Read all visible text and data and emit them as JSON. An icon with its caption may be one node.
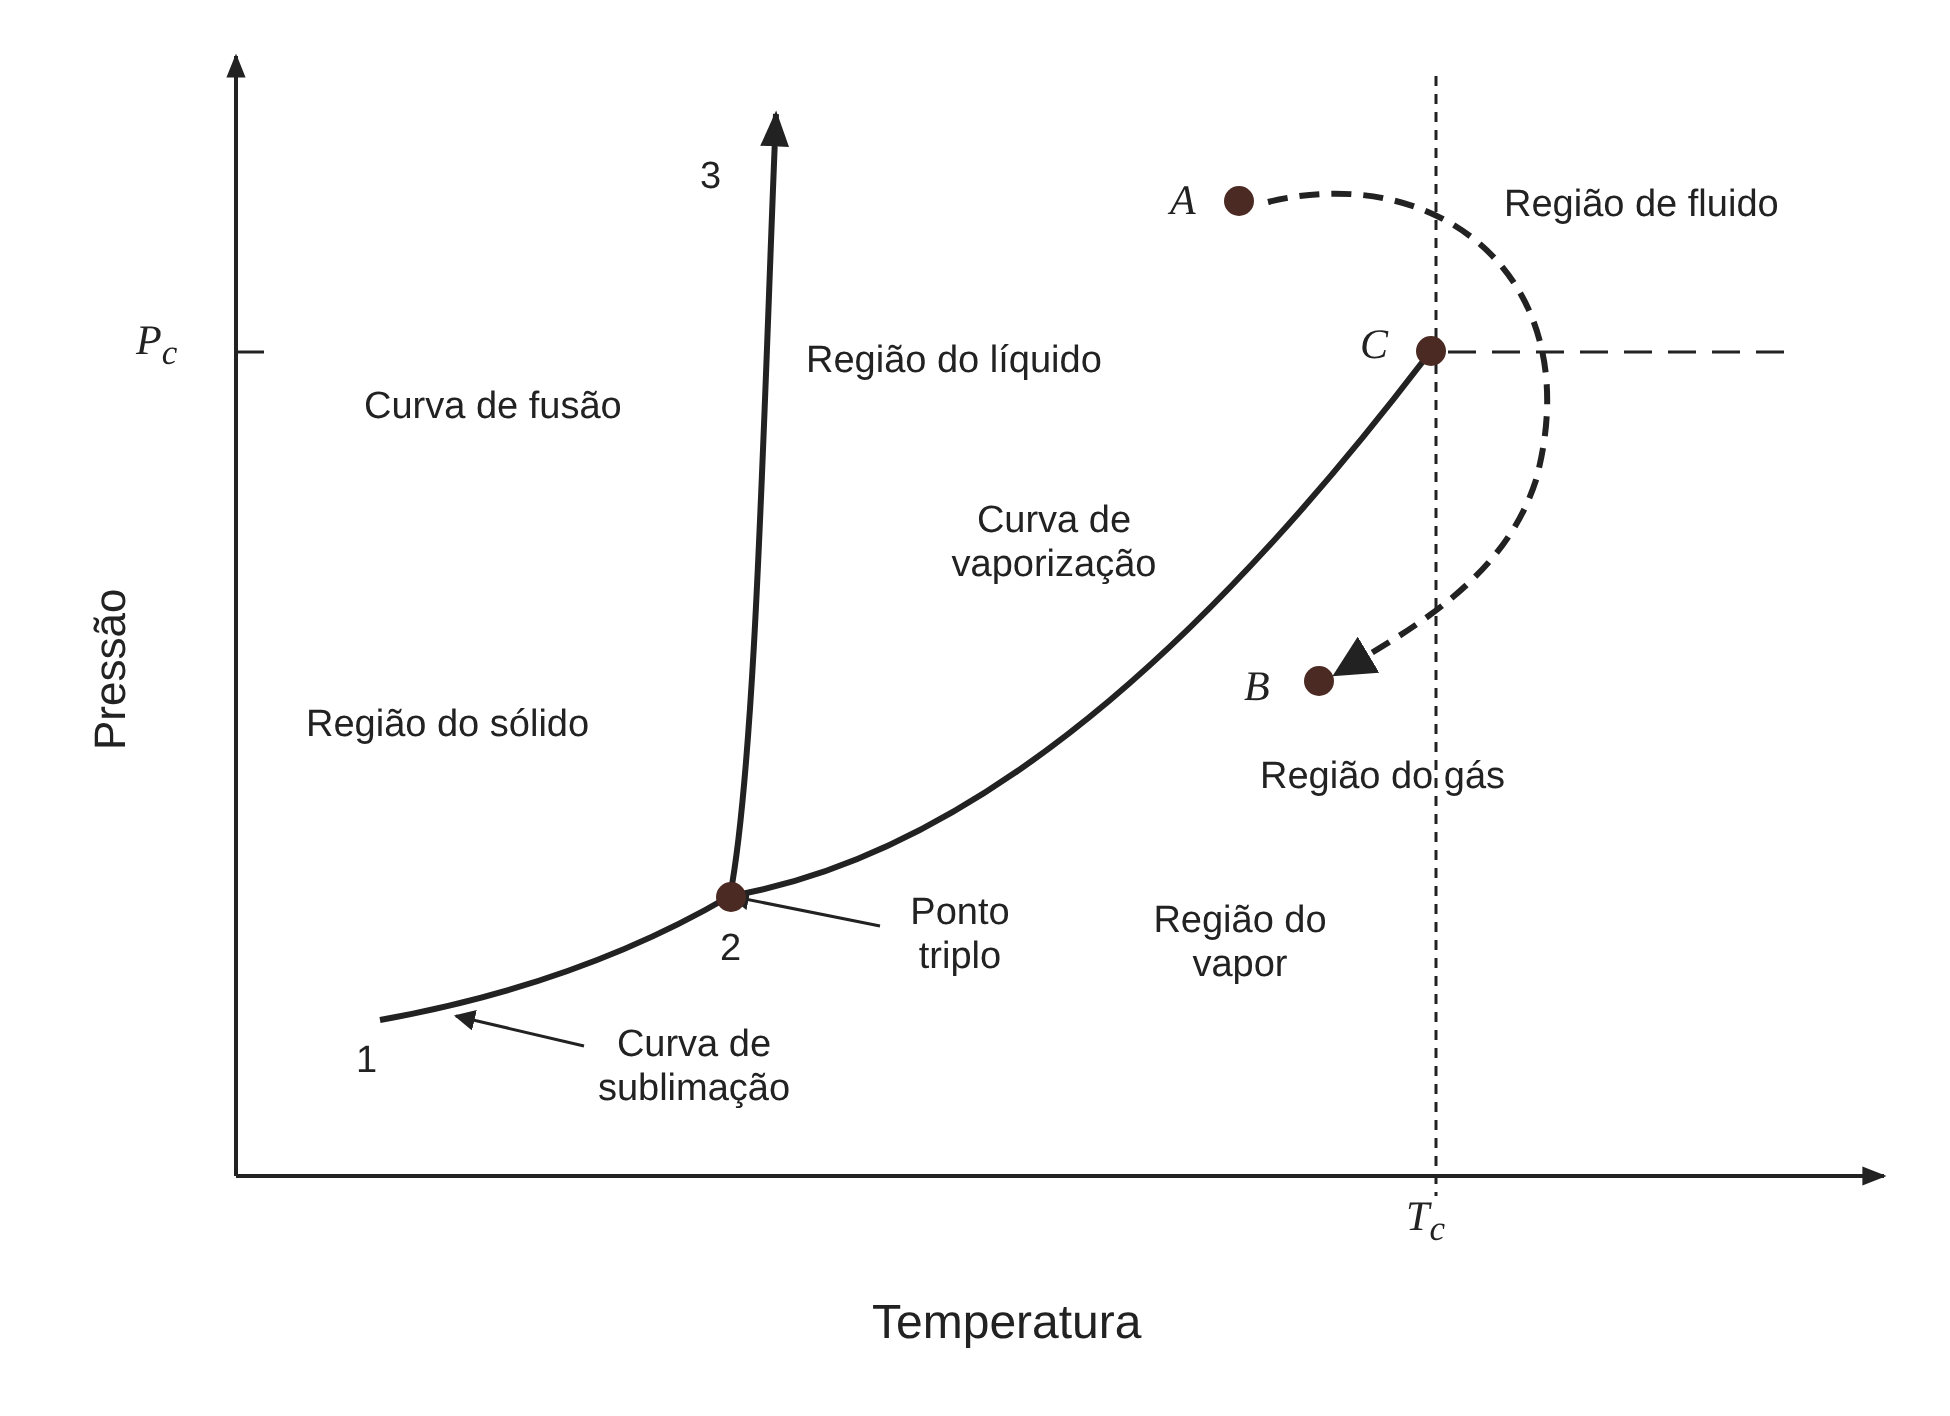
{
  "diagram": {
    "nodes": [
      {
        "text": [
          "A"
        ]
      },
      {
        "text": [
          "B"
        ]
      },
      {
        "text": [
          "C"
        ]
      },
      {
        "text": [
          "2"
        ]
      },
      {
        "text": [
          "Ponto triplo"
        ]
      },
      {
        "text": [
          "Curva de sublimação"
        ]
      },
      {
        "text": [
          "1"
        ]
      },
      {
        "text": [
          "3"
        ]
      }
    ],
    "edges": [
      {
        "from": 0,
        "to": 1,
        "arrow": "to",
        "style": "dashed"
      },
      {
        "from": 4,
        "to": 3,
        "arrow": "to"
      },
      {
        "from": 5,
        "to": null,
        "arrow": "to"
      },
      {
        "from": 3,
        "to": 2,
        "arrow": "none"
      },
      {
        "from": 6,
        "to": 3,
        "arrow": "none"
      },
      {
        "from": 3,
        "to": 7,
        "arrow": "to"
      }
    ],
    "labels": [
      "Região de fluido",
      "*P*$_{c}$",
      "Região do líquido",
      "Curva de fusão",
      "Curva de vaporização",
      "Pressão",
      "Região do sólido",
      "Região do gás",
      "Região do vapor",
      "*T*$_{c}$",
      "Temperatura"
    ]
  }
}
